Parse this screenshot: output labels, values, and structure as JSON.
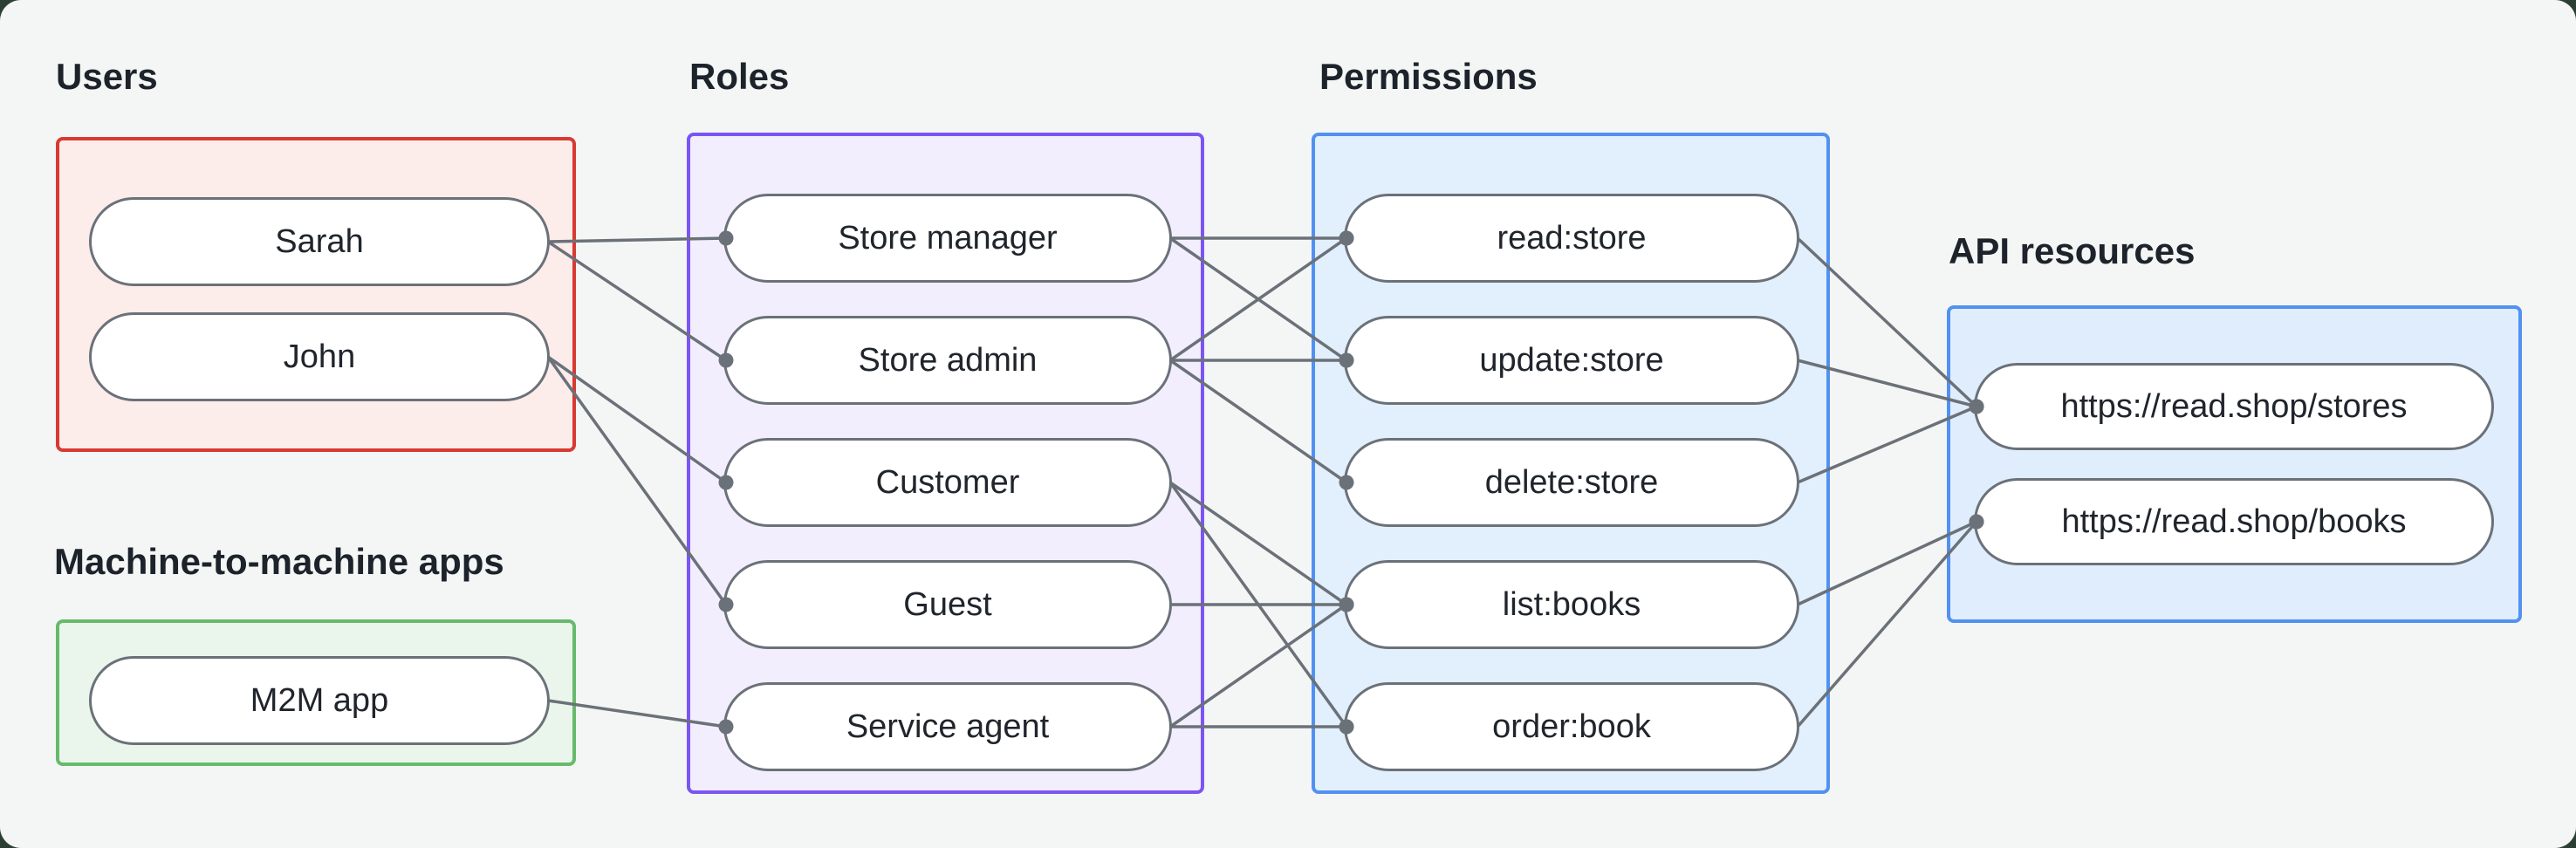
{
  "page": {
    "background_color": "#2b3f33",
    "card_background": "#f4f6f5"
  },
  "style": {
    "line_color": "#6b7178",
    "dot_color": "#6b7178",
    "pill_border_color": "#6b7178",
    "pill_background": "#ffffff",
    "label_text_color": "#1d232b"
  },
  "groups": [
    {
      "id": "users",
      "label": "Users",
      "border_color": "#d83a32",
      "fill_color": "#fcecea"
    },
    {
      "id": "m2m",
      "label": "Machine-to-machine apps",
      "border_color": "#68ba6b",
      "fill_color": "#eaf6ec"
    },
    {
      "id": "roles",
      "label": "Roles",
      "border_color": "#7b55f3",
      "fill_color": "#f2eefe"
    },
    {
      "id": "permissions",
      "label": "Permissions",
      "border_color": "#5191f1",
      "fill_color": "#e2effd"
    },
    {
      "id": "api",
      "label": "API resources",
      "border_color": "#5191f1",
      "fill_color": "#e0edfc"
    }
  ],
  "nodes": [
    {
      "id": "sarah",
      "group": "users",
      "label": "Sarah"
    },
    {
      "id": "john",
      "group": "users",
      "label": "John"
    },
    {
      "id": "m2m-app",
      "group": "m2m",
      "label": "M2M app"
    },
    {
      "id": "store-manager",
      "group": "roles",
      "label": "Store manager"
    },
    {
      "id": "store-admin",
      "group": "roles",
      "label": "Store admin"
    },
    {
      "id": "customer",
      "group": "roles",
      "label": "Customer"
    },
    {
      "id": "guest",
      "group": "roles",
      "label": "Guest"
    },
    {
      "id": "service-agent",
      "group": "roles",
      "label": "Service agent"
    },
    {
      "id": "read-store",
      "group": "permissions",
      "label": "read:store"
    },
    {
      "id": "update-store",
      "group": "permissions",
      "label": "update:store"
    },
    {
      "id": "delete-store",
      "group": "permissions",
      "label": "delete:store"
    },
    {
      "id": "list-books",
      "group": "permissions",
      "label": "list:books"
    },
    {
      "id": "order-book",
      "group": "permissions",
      "label": "order:book"
    },
    {
      "id": "stores",
      "group": "api",
      "label": "https://read.shop/stores"
    },
    {
      "id": "books",
      "group": "api",
      "label": "https://read.shop/books"
    }
  ],
  "edges": [
    {
      "from": "sarah",
      "to": "store-manager"
    },
    {
      "from": "sarah",
      "to": "store-admin"
    },
    {
      "from": "john",
      "to": "customer"
    },
    {
      "from": "john",
      "to": "guest"
    },
    {
      "from": "m2m-app",
      "to": "service-agent"
    },
    {
      "from": "store-manager",
      "to": "read-store"
    },
    {
      "from": "store-manager",
      "to": "update-store"
    },
    {
      "from": "store-admin",
      "to": "read-store"
    },
    {
      "from": "store-admin",
      "to": "update-store"
    },
    {
      "from": "store-admin",
      "to": "delete-store"
    },
    {
      "from": "customer",
      "to": "list-books"
    },
    {
      "from": "customer",
      "to": "order-book"
    },
    {
      "from": "guest",
      "to": "list-books"
    },
    {
      "from": "service-agent",
      "to": "list-books"
    },
    {
      "from": "service-agent",
      "to": "order-book"
    },
    {
      "from": "read-store",
      "to": "stores"
    },
    {
      "from": "update-store",
      "to": "stores"
    },
    {
      "from": "delete-store",
      "to": "stores"
    },
    {
      "from": "list-books",
      "to": "books"
    },
    {
      "from": "order-book",
      "to": "books"
    }
  ]
}
